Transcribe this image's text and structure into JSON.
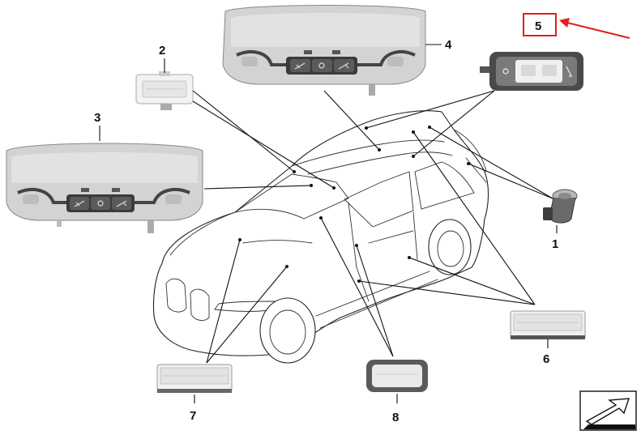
{
  "callouts": {
    "c1": "1",
    "c2": "2",
    "c3": "3",
    "c4": "4",
    "c5": "5",
    "c6": "6",
    "c7": "7",
    "c8": "8"
  },
  "colors": {
    "highlight_box": "#e0201b",
    "highlight_arrow": "#e0201b",
    "line": "#111111",
    "part_gray": "#d6d6d6",
    "part_dark": "#4a4a4a"
  },
  "icons": {
    "navigation": "corner-arrow-icon",
    "console_buttons": [
      "reading-light-icon",
      "interior-light-icon",
      "reading-light-icon"
    ]
  }
}
